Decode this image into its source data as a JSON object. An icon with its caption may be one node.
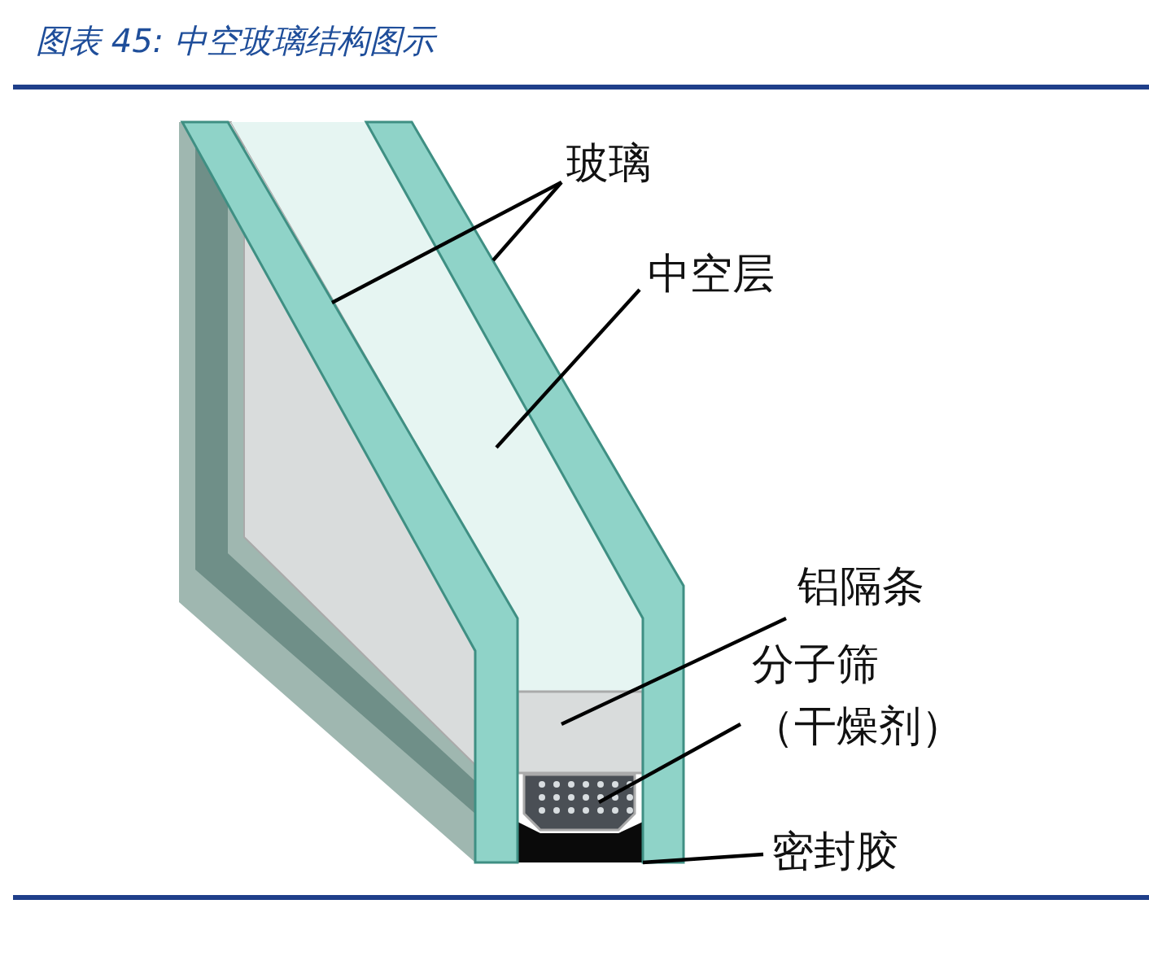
{
  "diagram": {
    "title": "图表 45:  中空玻璃结构图示",
    "nodes": [
      {
        "text": [
          "玻璃"
        ]
      },
      {
        "text": [],
        "shape": "picture"
      },
      {
        "text": [],
        "shape": "picture"
      },
      {
        "text": [
          "中空层"
        ]
      },
      {
        "text": [],
        "shape": "picture"
      },
      {
        "text": [
          "铝隔条"
        ]
      },
      {
        "text": [],
        "shape": "box"
      },
      {
        "text": [
          "分子筛（干燥剂）"
        ]
      },
      {
        "text": [],
        "shape": "picture"
      },
      {
        "text": [
          "密封胶"
        ]
      },
      {
        "text": [],
        "shape": "picture"
      }
    ],
    "edges": [
      {
        "from": 0,
        "to": 2,
        "arrow": "none"
      },
      {
        "from": 0,
        "to": 1,
        "arrow": "none"
      },
      {
        "from": 3,
        "to": 4,
        "arrow": "none"
      },
      {
        "from": 5,
        "to": 6,
        "arrow": "none"
      },
      {
        "from": 7,
        "to": 8,
        "arrow": "none"
      },
      {
        "from": 9,
        "to": 10,
        "arrow": "none"
      }
    ]
  }
}
